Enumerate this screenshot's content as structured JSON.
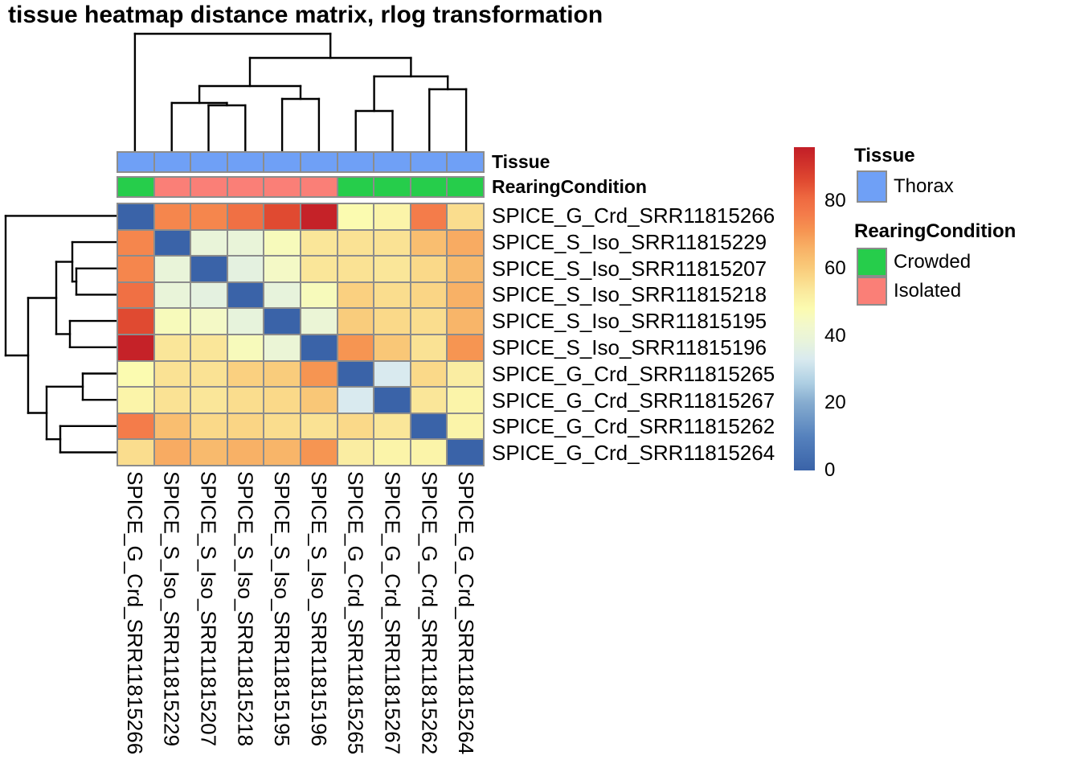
{
  "title": "tissue heatmap distance matrix, rlog transformation",
  "annotation_labels": [
    "Tissue",
    "RearingCondition"
  ],
  "legend": {
    "tissue": {
      "header": "Tissue",
      "items": [
        {
          "label": "Thorax",
          "color": "#6FA0F6"
        }
      ]
    },
    "rearing": {
      "header": "RearingCondition",
      "items": [
        {
          "label": "Crowded",
          "color": "#26CD4B"
        },
        {
          "label": "Isolated",
          "color": "#FA7F77"
        }
      ]
    }
  },
  "chart_data": {
    "type": "heatmap",
    "title": "tissue heatmap distance matrix, rlog transformation",
    "samples": [
      "SPICE_G_Crd_SRR11815266",
      "SPICE_S_Iso_SRR11815229",
      "SPICE_S_Iso_SRR11815207",
      "SPICE_S_Iso_SRR11815218",
      "SPICE_S_Iso_SRR11815195",
      "SPICE_S_Iso_SRR11815196",
      "SPICE_G_Crd_SRR11815265",
      "SPICE_G_Crd_SRR11815267",
      "SPICE_G_Crd_SRR11815262",
      "SPICE_G_Crd_SRR11815264"
    ],
    "matrix": [
      [
        0,
        74,
        74,
        79,
        86,
        95,
        48,
        50,
        76,
        56
      ],
      [
        74,
        0,
        39,
        39,
        46,
        54,
        55,
        55,
        63,
        67
      ],
      [
        74,
        39,
        0,
        37,
        44,
        54,
        55,
        54,
        57,
        64
      ],
      [
        79,
        39,
        37,
        0,
        38,
        46,
        59,
        56,
        58,
        66
      ],
      [
        86,
        46,
        44,
        38,
        0,
        40,
        60,
        57,
        56,
        65
      ],
      [
        95,
        54,
        54,
        46,
        40,
        0,
        71,
        61,
        55,
        71
      ],
      [
        48,
        55,
        55,
        59,
        60,
        71,
        0,
        33,
        57,
        52
      ],
      [
        50,
        55,
        54,
        56,
        57,
        61,
        33,
        0,
        54,
        50
      ],
      [
        76,
        63,
        57,
        58,
        56,
        55,
        57,
        54,
        0,
        50
      ],
      [
        56,
        67,
        64,
        66,
        65,
        71,
        52,
        50,
        50,
        0
      ]
    ],
    "value_range": [
      0,
      96
    ],
    "colorbar_ticks": [
      80,
      60,
      40,
      20,
      0
    ],
    "color_scale": {
      "stops": [
        [
          0,
          "#3A63A8"
        ],
        [
          10,
          "#5581BD"
        ],
        [
          20,
          "#85ABCF"
        ],
        [
          26,
          "#AECFE3"
        ],
        [
          33,
          "#D9EAEF"
        ],
        [
          38,
          "#E7F3DC"
        ],
        [
          43,
          "#F2F8CC"
        ],
        [
          48,
          "#FBFBB0"
        ],
        [
          53,
          "#FAEA9E"
        ],
        [
          57,
          "#FAD989"
        ],
        [
          61,
          "#F9C777"
        ],
        [
          66,
          "#F8B166"
        ],
        [
          71,
          "#F69552"
        ],
        [
          76,
          "#F47C4A"
        ],
        [
          81,
          "#EE6840"
        ],
        [
          86,
          "#E04A31"
        ],
        [
          91,
          "#D1322B"
        ],
        [
          96,
          "#C21E27"
        ]
      ]
    },
    "annotations": [
      {
        "name": "Tissue",
        "values": [
          "Thorax",
          "Thorax",
          "Thorax",
          "Thorax",
          "Thorax",
          "Thorax",
          "Thorax",
          "Thorax",
          "Thorax",
          "Thorax"
        ],
        "palette": {
          "Thorax": "#6FA0F6"
        }
      },
      {
        "name": "RearingCondition",
        "values": [
          "Crowded",
          "Isolated",
          "Isolated",
          "Isolated",
          "Isolated",
          "Isolated",
          "Crowded",
          "Crowded",
          "Crowded",
          "Crowded"
        ],
        "palette": {
          "Crowded": "#26CD4B",
          "Isolated": "#FA7F77"
        }
      }
    ],
    "col_dendrogram_segments": [
      [
        114.5,
        150,
        114.5,
        93
      ],
      [
        160.3,
        150,
        160.3,
        93
      ],
      [
        114.5,
        93,
        160.3,
        93
      ],
      [
        68.7,
        150,
        68.7,
        90
      ],
      [
        137.4,
        93,
        137.4,
        90
      ],
      [
        68.7,
        90,
        137.4,
        90
      ],
      [
        206.1,
        150,
        206.1,
        85
      ],
      [
        251.9,
        150,
        251.9,
        85
      ],
      [
        206.1,
        85,
        251.9,
        85
      ],
      [
        103.1,
        90,
        103.1,
        69
      ],
      [
        229,
        85,
        229,
        69
      ],
      [
        103.1,
        69,
        229,
        69
      ],
      [
        297.7,
        150,
        297.7,
        100
      ],
      [
        343.5,
        150,
        343.5,
        100
      ],
      [
        297.7,
        100,
        343.5,
        100
      ],
      [
        389.3,
        150,
        389.3,
        73
      ],
      [
        435.1,
        150,
        435.1,
        73
      ],
      [
        389.3,
        73,
        435.1,
        73
      ],
      [
        320.6,
        100,
        320.6,
        57
      ],
      [
        412.2,
        73,
        412.2,
        57
      ],
      [
        320.6,
        57,
        412.2,
        57
      ],
      [
        166,
        69,
        166,
        34
      ],
      [
        366.4,
        57,
        366.4,
        34
      ],
      [
        166,
        34,
        366.4,
        34
      ],
      [
        22.9,
        150,
        22.9,
        4
      ],
      [
        266.2,
        34,
        266.2,
        4
      ],
      [
        22.9,
        4,
        266.2,
        4
      ]
    ],
    "row_dendrogram_segments": [
      [
        142,
        81.8,
        93,
        81.8
      ],
      [
        142,
        114.4,
        93,
        114.4
      ],
      [
        93,
        81.8,
        93,
        114.4
      ],
      [
        142,
        49.1,
        88,
        49.1
      ],
      [
        93,
        98.1,
        88,
        98.1
      ],
      [
        88,
        49.1,
        88,
        98.1
      ],
      [
        142,
        147.1,
        85,
        147.1
      ],
      [
        142,
        179.8,
        85,
        179.8
      ],
      [
        85,
        147.1,
        85,
        179.8
      ],
      [
        88,
        73.6,
        68,
        73.6
      ],
      [
        85,
        163.4,
        68,
        163.4
      ],
      [
        68,
        73.6,
        68,
        163.4
      ],
      [
        142,
        212.5,
        101,
        212.5
      ],
      [
        142,
        245.2,
        101,
        245.2
      ],
      [
        101,
        212.5,
        101,
        245.2
      ],
      [
        142,
        277.8,
        73,
        277.8
      ],
      [
        142,
        310.5,
        73,
        310.5
      ],
      [
        73,
        277.8,
        73,
        310.5
      ],
      [
        101,
        228.8,
        56,
        228.8
      ],
      [
        73,
        294.2,
        56,
        294.2
      ],
      [
        56,
        228.8,
        56,
        294.2
      ],
      [
        68,
        118.5,
        33,
        118.5
      ],
      [
        56,
        261.5,
        33,
        261.5
      ],
      [
        33,
        118.5,
        33,
        261.5
      ],
      [
        142,
        16.4,
        5,
        16.4
      ],
      [
        33,
        190,
        5,
        190
      ],
      [
        5,
        16.4,
        5,
        190
      ]
    ]
  }
}
